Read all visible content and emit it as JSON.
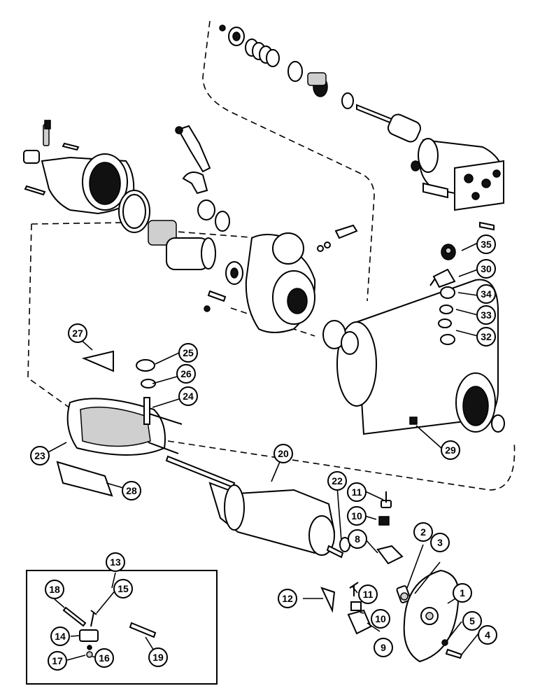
{
  "callouts": [
    {
      "id": "c1",
      "label": "1"
    },
    {
      "id": "c2",
      "label": "2"
    },
    {
      "id": "c3",
      "label": "3"
    },
    {
      "id": "c4",
      "label": "4"
    },
    {
      "id": "c5",
      "label": "5"
    },
    {
      "id": "c8",
      "label": "8"
    },
    {
      "id": "c9",
      "label": "9"
    },
    {
      "id": "c10a",
      "label": "10"
    },
    {
      "id": "c10b",
      "label": "10"
    },
    {
      "id": "c11a",
      "label": "11"
    },
    {
      "id": "c11b",
      "label": "11"
    },
    {
      "id": "c12",
      "label": "12"
    },
    {
      "id": "c13",
      "label": "13"
    },
    {
      "id": "c14",
      "label": "14"
    },
    {
      "id": "c15",
      "label": "15"
    },
    {
      "id": "c16",
      "label": "16"
    },
    {
      "id": "c17",
      "label": "17"
    },
    {
      "id": "c18",
      "label": "18"
    },
    {
      "id": "c19",
      "label": "19"
    },
    {
      "id": "c20",
      "label": "20"
    },
    {
      "id": "c22",
      "label": "22"
    },
    {
      "id": "c23",
      "label": "23"
    },
    {
      "id": "c24",
      "label": "24"
    },
    {
      "id": "c25",
      "label": "25"
    },
    {
      "id": "c26",
      "label": "26"
    },
    {
      "id": "c27",
      "label": "27"
    },
    {
      "id": "c28",
      "label": "28"
    },
    {
      "id": "c29",
      "label": "29"
    },
    {
      "id": "c30",
      "label": "30"
    },
    {
      "id": "c32",
      "label": "32"
    },
    {
      "id": "c33",
      "label": "33"
    },
    {
      "id": "c34",
      "label": "34"
    },
    {
      "id": "c35",
      "label": "35"
    }
  ]
}
